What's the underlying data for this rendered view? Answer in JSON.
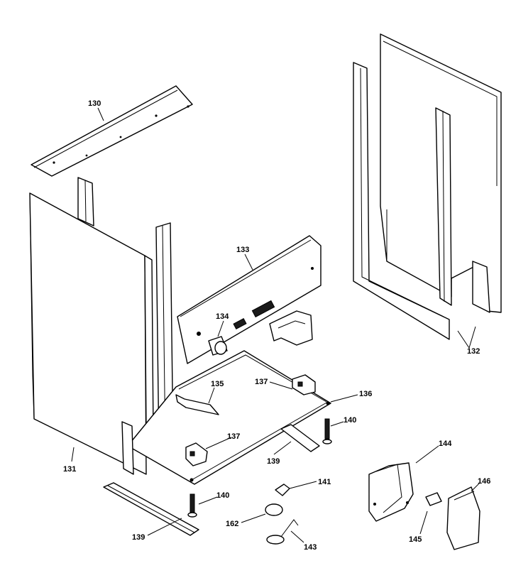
{
  "callouts": {
    "c130": "130",
    "c131": "131",
    "c132": "132",
    "c133": "133",
    "c134": "134",
    "c135": "135",
    "c136": "136",
    "c137a": "137",
    "c137b": "137",
    "c139a": "139",
    "c139b": "139",
    "c140a": "140",
    "c140b": "140",
    "c141": "141",
    "c143": "143",
    "c144": "144",
    "c145": "145",
    "c146": "146",
    "c162": "162"
  }
}
